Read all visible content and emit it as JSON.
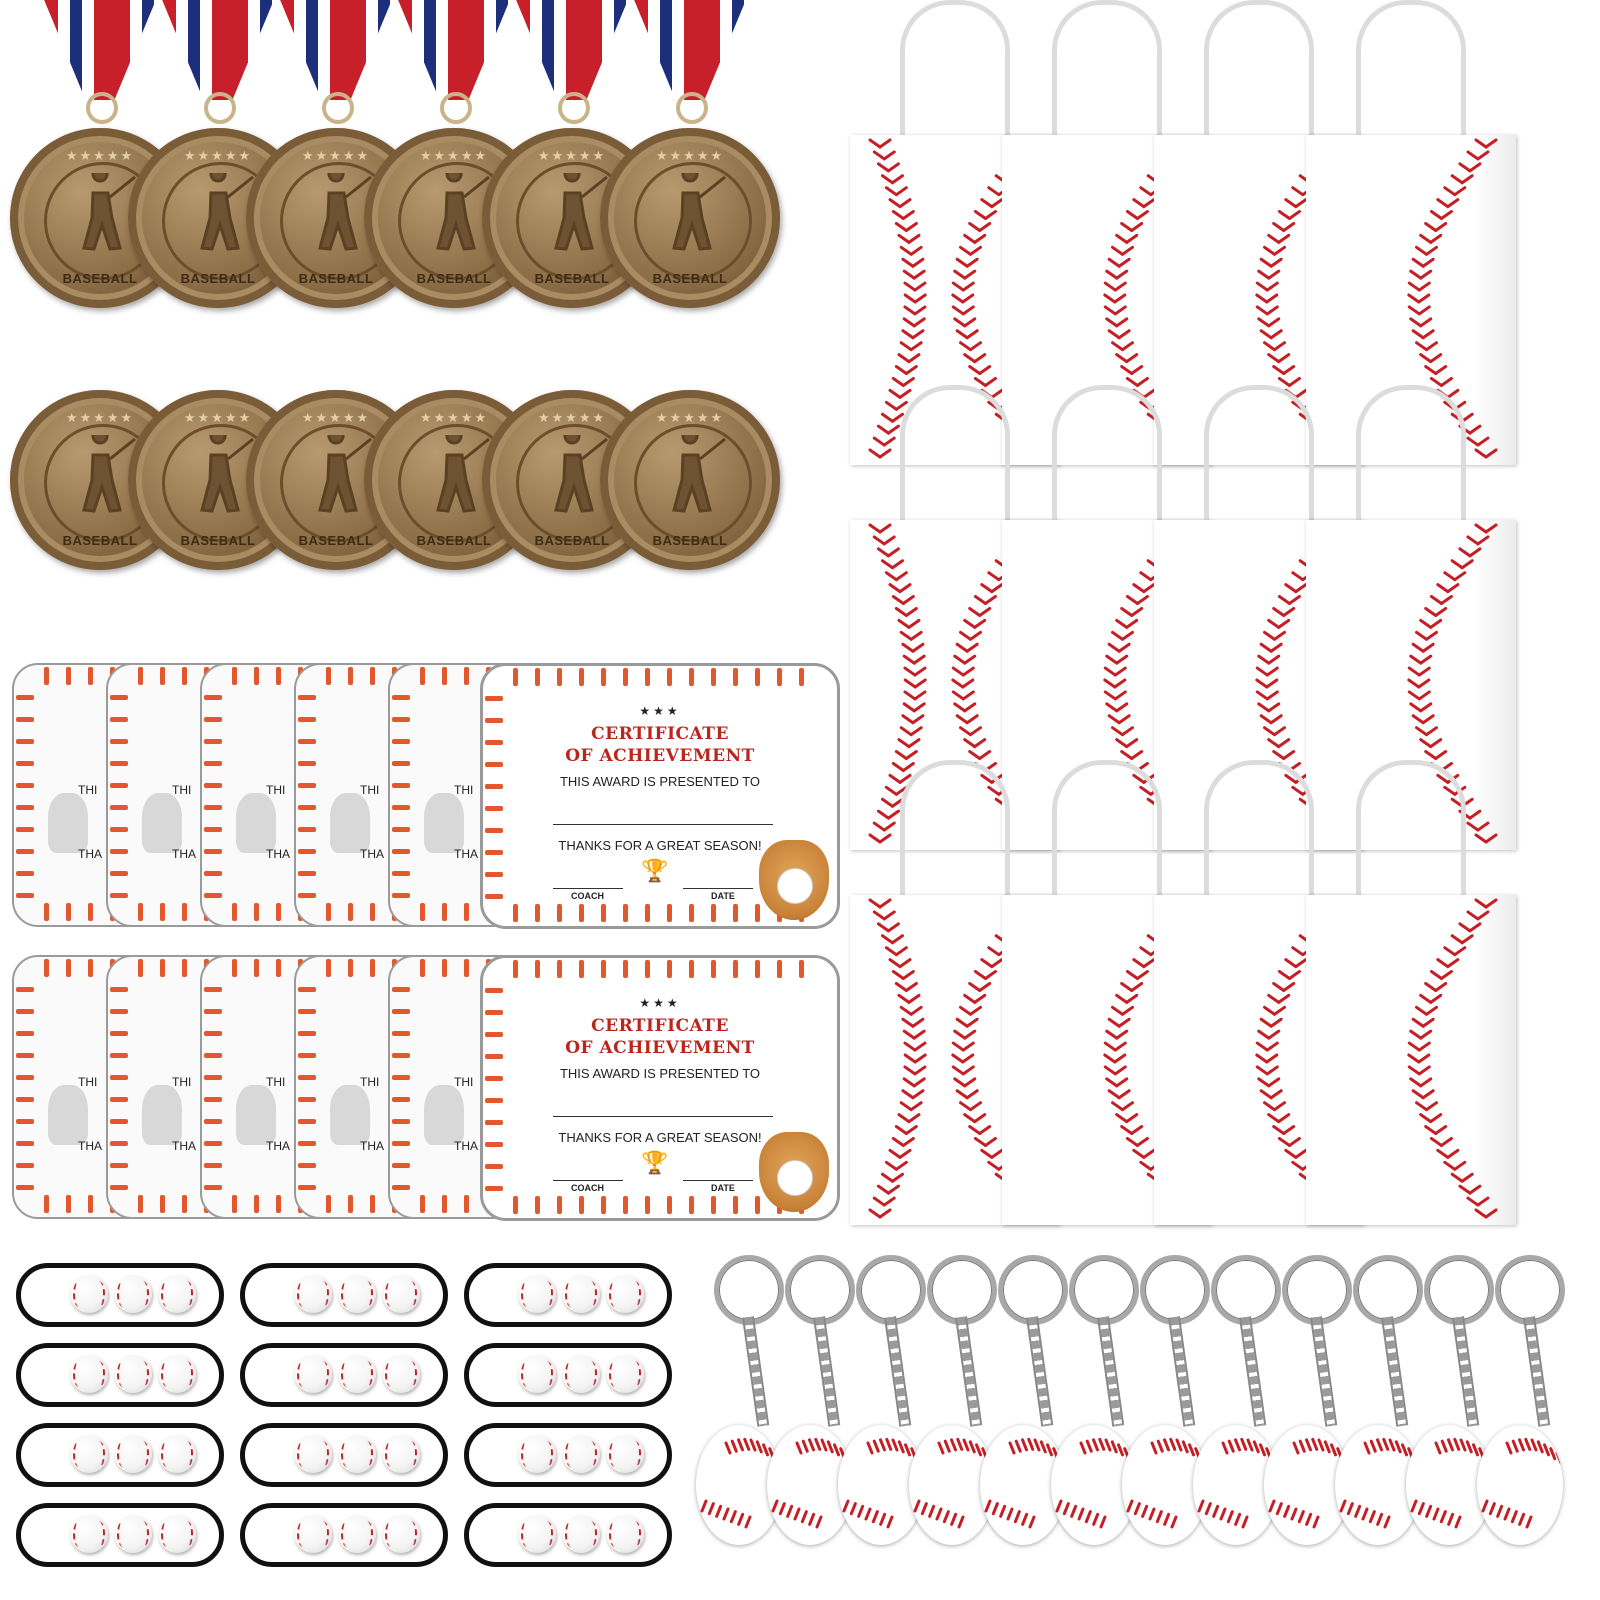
{
  "medals": {
    "count": 12,
    "label": "BASEBALL",
    "stars": "★★★★★",
    "colors": {
      "bronze": "#8e7048",
      "ribbon_red": "#c8202a",
      "ribbon_blue": "#1d2f7a"
    }
  },
  "bags": {
    "count": 12,
    "stitch_color": "#c51f26",
    "handle_color": "#dcdcdc"
  },
  "certificates": {
    "count": 12,
    "title_line1": "CERTIFICATE",
    "title_line2": "OF ACHIEVEMENT",
    "presented": "THIS AWARD IS PRESENTED TO",
    "thanks": "THANKS FOR A GREAT SEASON!",
    "coach": "COACH",
    "date": "DATE",
    "peek_top": "THI",
    "peek_bottom": "THA",
    "trophy_icon": "trophy-icon"
  },
  "bracelets": {
    "count": 12,
    "beads_per_bracelet": 3
  },
  "keychains": {
    "count": 12
  }
}
